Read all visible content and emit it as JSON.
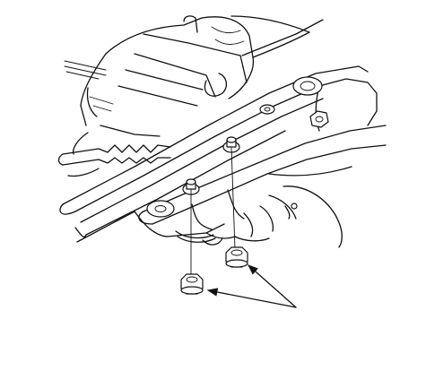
{
  "figure": {
    "kind": "technical-line-drawing",
    "subject": "underbody-crossmember",
    "ink_color": "#111111",
    "paper_color": "#ffffff",
    "callouts": [
      {
        "name": "nut-left",
        "leader": "arrow",
        "icon": "flange-nut-icon"
      },
      {
        "name": "nut-right",
        "leader": "arrow",
        "icon": "flange-nut-icon"
      }
    ]
  }
}
